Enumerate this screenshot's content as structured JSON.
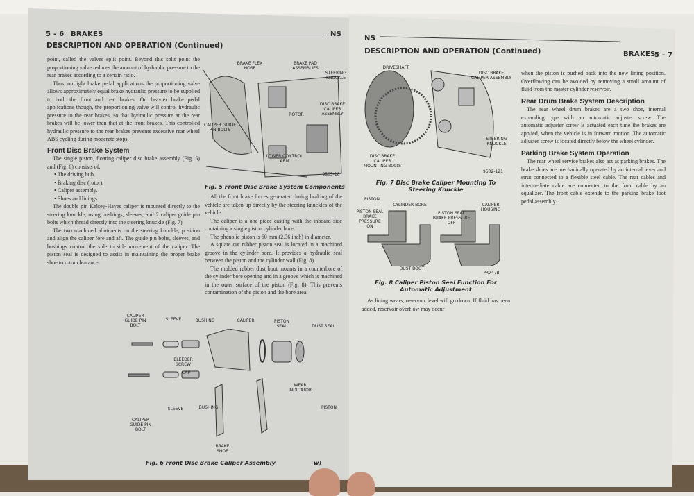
{
  "left_page": {
    "page_number": "5 - 6",
    "chapter": "BRAKES",
    "corner_code": "NS",
    "section_title": "DESCRIPTION AND OPERATION (Continued)",
    "paragraphs_col1": [
      "point, called the valves split point. Beyond this split point the proportioning valve reduces the amount of hydraulic pressure to the rear brakes according to a certain ratio.",
      "Thus, on light brake pedal applications the proportioning valve allows approximately equal brake hydraulic pressure to be supplied to both the front and rear brakes. On heavier brake pedal applications though, the proportioning valve will control hydraulic pressure to the rear brakes, so that hydraulic pressure at the rear brakes will be lower than that at the front brakes. This controlled hydraulic pressure to the rear brakes prevents excessive rear wheel ABS cycling during moderate stops."
    ],
    "front_disc_heading": "Front Disc Brake System",
    "front_disc_intro": "The single piston, floating caliper disc brake assembly (Fig. 5) and (Fig. 6) consists of:",
    "front_disc_list": [
      "The driving hub.",
      "Braking disc (rotor).",
      "Caliper assembly.",
      "Shoes and linings."
    ],
    "front_disc_paragraphs": [
      "The double pin Kelsey-Hayes caliper is mounted directly to the steering knuckle, using bushings, sleeves, and 2 caliper guide pin bolts which thread directly into the steering knuckle (Fig. 7).",
      "The two machined abutments on the steering knuckle, position and align the caliper fore and aft. The guide pin bolts, sleeves, and bushings control the side to side movement of the caliper. The piston seal is designed to assist in maintaining the proper brake shoe to rotor clearance."
    ],
    "fig5": {
      "caption": "Fig. 5 Front Disc Brake System Components",
      "code": "9505-18",
      "labels": {
        "flex_hose": "BRAKE FLEX HOSE",
        "pad": "BRAKE PAD ASSEMBLIES",
        "knuckle": "STEERING KNUCKLE",
        "caliper": "DISC BRAKE CALIPER ASSEMBLY",
        "rotor": "ROTOR",
        "pins": "CALIPER GUIDE PIN BOLTS",
        "arm": "LOWER CONTROL ARM"
      }
    },
    "paragraphs_col2": [
      "All the front brake forces generated during braking of the vehicle are taken up directly by the steering knuckles of the vehicle.",
      "The caliper is a one piece casting with the inboard side containing a single piston cylinder bore.",
      "The phenolic piston is 60 mm (2.36 inch) in diameter.",
      "A square cut rubber piston seal is located in a machined groove in the cylinder bore. It provides a hydraulic seal between the piston and the cylinder wall (Fig. 8).",
      "The molded rubber dust boot mounts in a counterbore of the cylinder bore opening and in a groove which is machined in the outer surface of the piston (Fig. 8). This prevents contamination of the piston and the bore area."
    ],
    "fig6": {
      "caption": "Fig. 6 Front Disc Brake Caliper Assembly",
      "caption_tail": "w)",
      "labels": {
        "pin1": "CALIPER GUIDE PIN BOLT",
        "sleeve1": "SLEEVE",
        "bushing1": "BUSHING",
        "caliper": "CALIPER",
        "piston_seal": "PISTON SEAL",
        "dust_seal": "DUST SEAL",
        "bleeder": "BLEEDER SCREW",
        "cap": "CAP",
        "wear": "WEAR INDICATOR",
        "piston": "PISTON",
        "sleeve2": "SLEEVE",
        "bushing2": "BUSHING",
        "pin2": "CALIPER GUIDE PIN BOLT",
        "shoe": "BRAKE SHOE"
      }
    }
  },
  "right_page": {
    "corner_code": "NS",
    "chapter": "BRAKES",
    "page_number": "5 - 7",
    "section_title": "DESCRIPTION AND OPERATION (Continued)",
    "fig7": {
      "caption": "Fig. 7 Disc Brake Caliper Mounting To Steering Knuckle",
      "code": "9502-121",
      "labels": {
        "driveshaft": "DRIVESHAFT",
        "caliper": "DISC BRAKE CALIPER ASSEMBLY",
        "knuckle": "STEERING KNUCKLE",
        "bolts": "DISC BRAKE CALIPER MOUNTING BOLTS"
      }
    },
    "fig8": {
      "caption": "Fig. 8 Caliper Piston Seal Function For Automatic Adjustment",
      "code": "PR747B",
      "labels": {
        "piston": "PISTON",
        "bore": "CYLINDER BORE",
        "seal_on": "PISTON SEAL BRAKE PRESSURE ON",
        "seal_off": "PISTON SEAL BRAKE PRESSURE OFF",
        "housing": "CALIPER HOUSING",
        "boot": "DUST BOOT"
      }
    },
    "fig8_after": "As lining wears, reservoir level will go down. If fluid has been added, reservoir overflow may occur",
    "col2_top": "when the piston is pushed back into the new lining position. Overflowing can be avoided by removing a small amount of fluid from the master cylinder reservoir.",
    "rear_drum_heading": "Rear Drum Brake System Description",
    "rear_drum_text": "The rear wheel drum brakes are a two shoe, internal expanding type with an automatic adjuster screw. The automatic adjuster screw is actuated each time the brakes are applied, when the vehicle is in forward motion. The automatic adjuster screw is located directly below the wheel cylinder.",
    "parking_heading": "Parking Brake System Operation",
    "parking_text": "The rear wheel service brakes also act as parking brakes. The brake shoes are mechanically operated by an internal lever and strut connected to a flexible steel cable. The rear cables and intermediate cable are connected to the front cable by an equalizer. The front cable extends to the parking brake foot pedal assembly."
  }
}
